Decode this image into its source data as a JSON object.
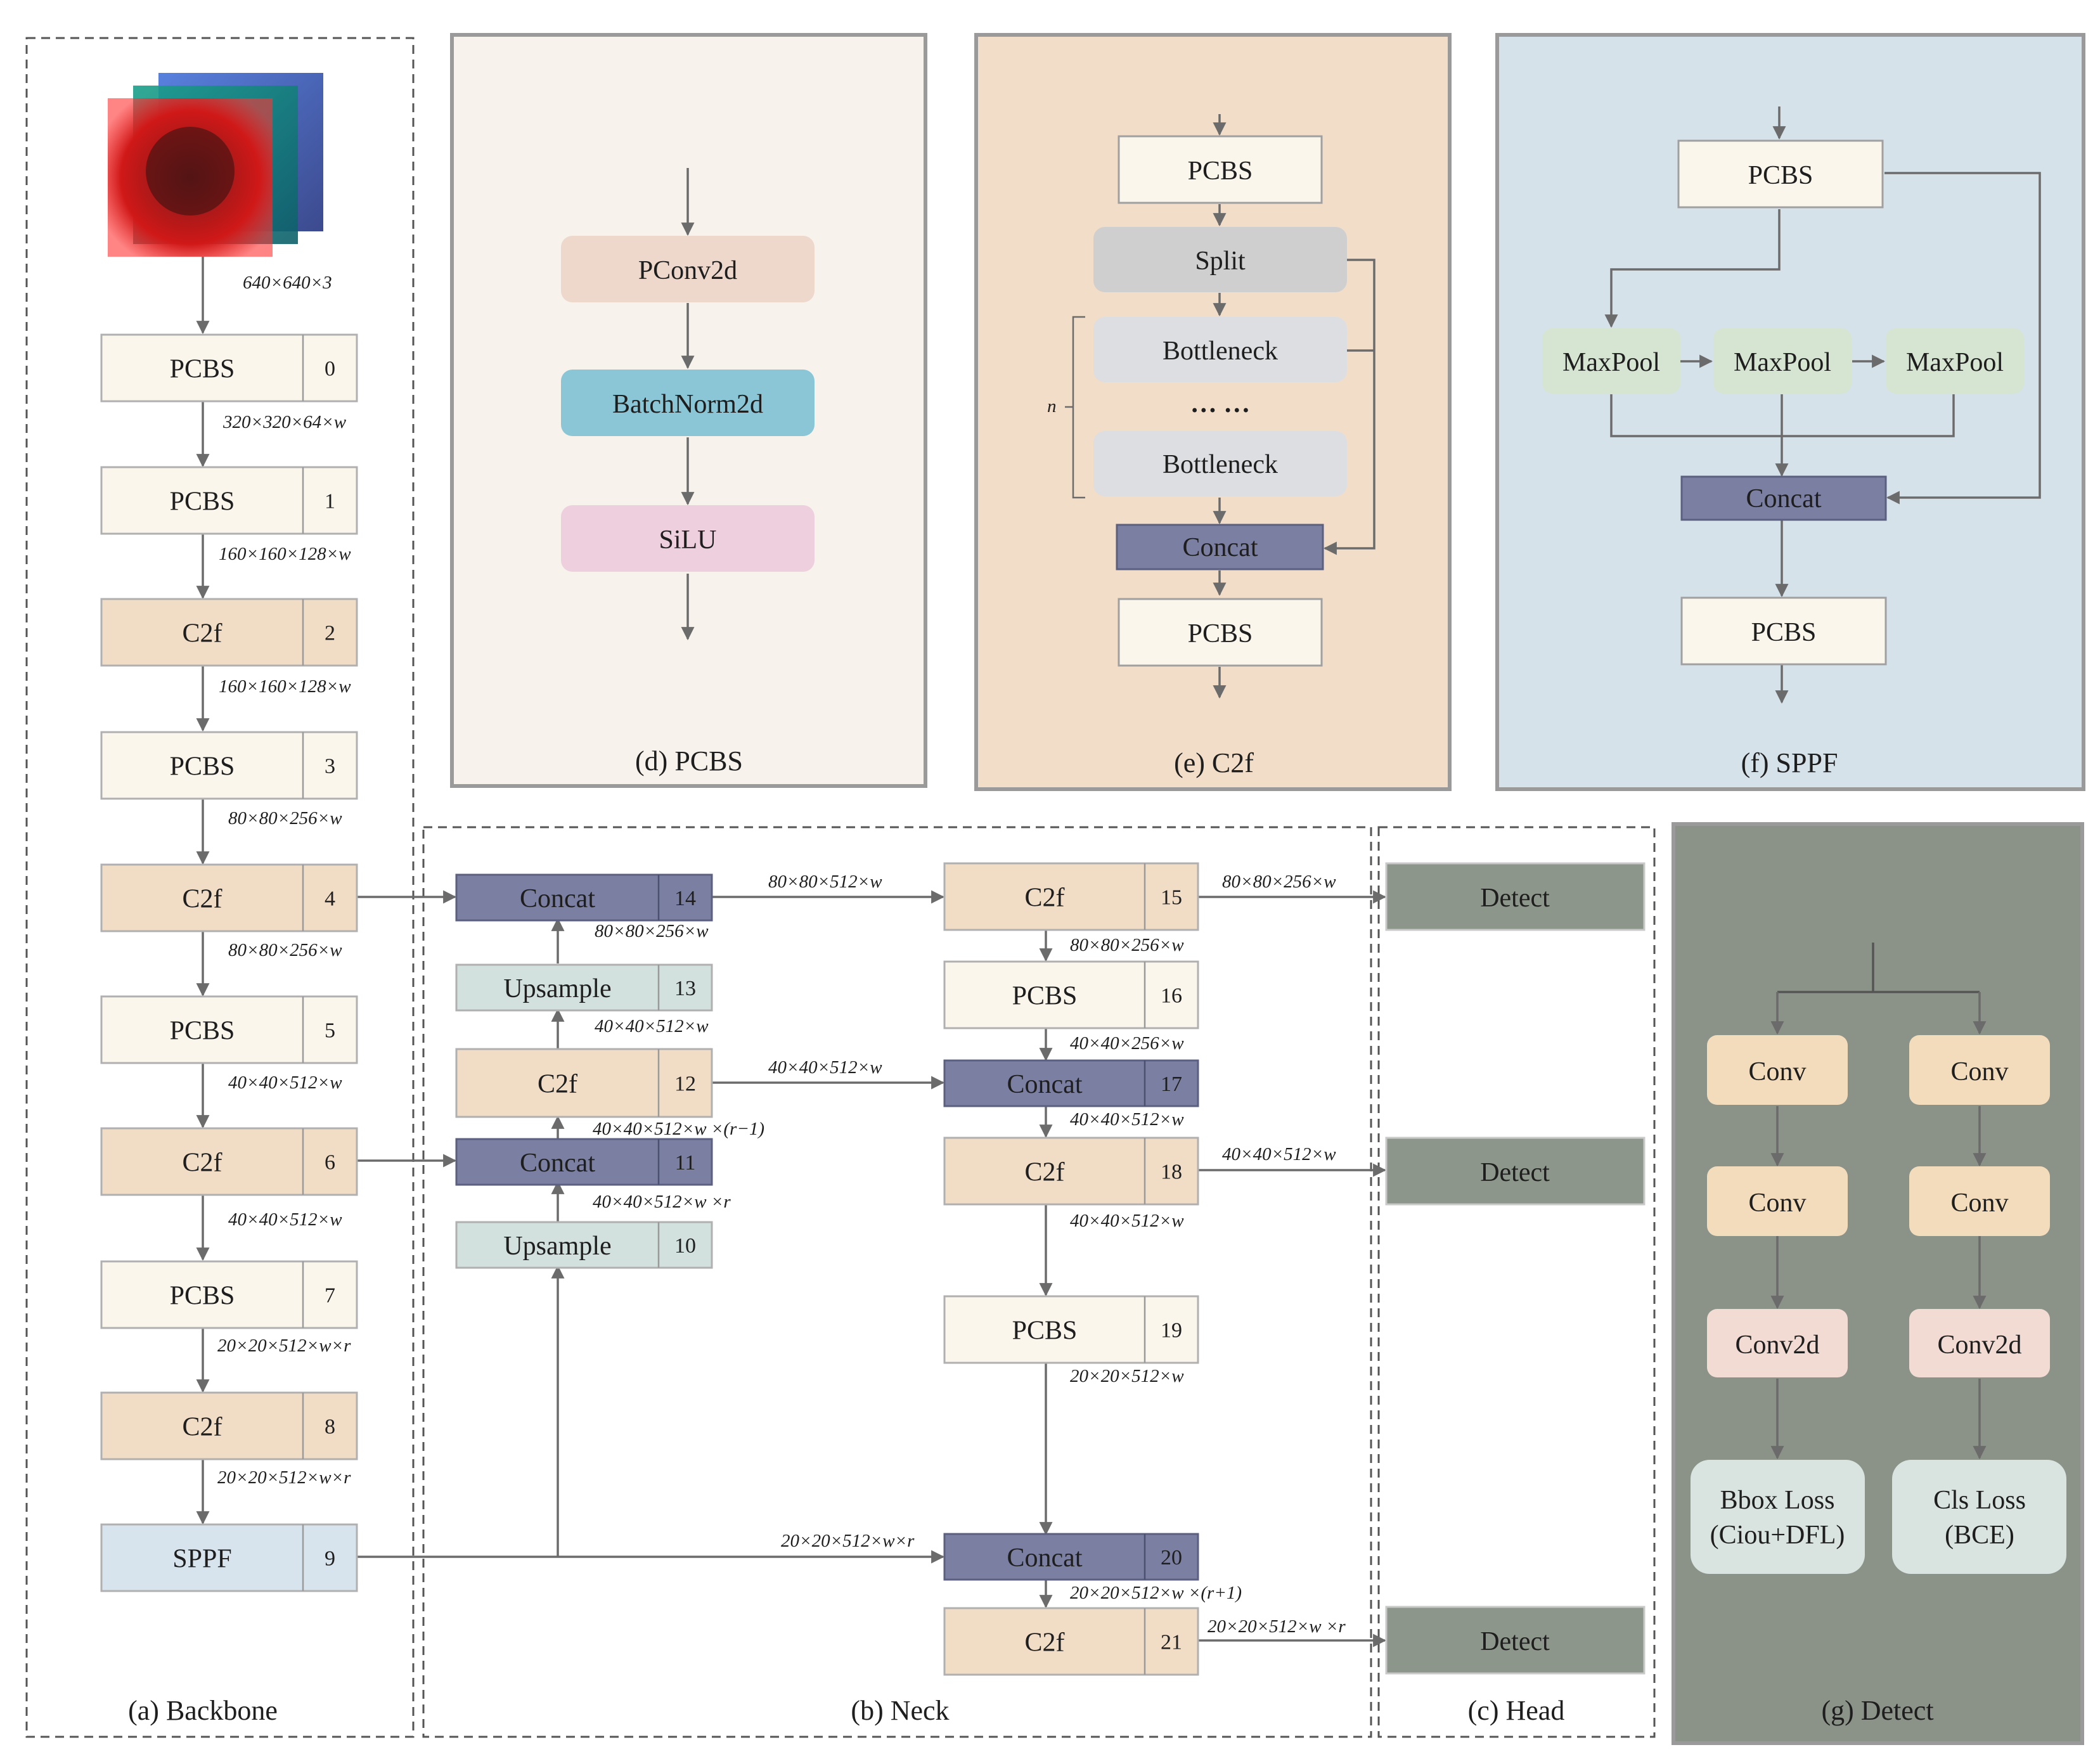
{
  "colors": {
    "pcbs": "#fbf6ec",
    "c2f": "#f1dcc6",
    "sppf": "#d7e4ed",
    "concat": "#7b80a3",
    "upsample": "#d2e1de",
    "detect": "#8d968a",
    "pconv": "#edd8cb",
    "batchnorm": "#8bc6d7",
    "silu": "#eecfde",
    "split": "#cfcfcf",
    "bottleneck": "#dcdee2",
    "maxpool": "#d6e4d2",
    "conv": "#f3dcbc",
    "conv2d": "#f1dbd3",
    "loss": "#d9e4e1",
    "panel_d_bg": "#f7f3ec",
    "panel_e_bg": "#f2ddc8",
    "panel_f_bg": "#d6e2ea",
    "panel_g_bg": "#8b9288"
  },
  "input_image": {
    "icon": "image-stack-icon",
    "shape": "640×640×3"
  },
  "backbone": {
    "caption": "(a) Backbone",
    "blocks": [
      {
        "name": "PCBS",
        "idx": "0",
        "type": "pcbs",
        "out": "320×320×64×w"
      },
      {
        "name": "PCBS",
        "idx": "1",
        "type": "pcbs",
        "out": "160×160×128×w"
      },
      {
        "name": "C2f",
        "idx": "2",
        "type": "c2f",
        "out": "160×160×128×w"
      },
      {
        "name": "PCBS",
        "idx": "3",
        "type": "pcbs",
        "out": "80×80×256×w"
      },
      {
        "name": "C2f",
        "idx": "4",
        "type": "c2f",
        "out": "80×80×256×w"
      },
      {
        "name": "PCBS",
        "idx": "5",
        "type": "pcbs",
        "out": "40×40×512×w"
      },
      {
        "name": "C2f",
        "idx": "6",
        "type": "c2f",
        "out": "40×40×512×w"
      },
      {
        "name": "PCBS",
        "idx": "7",
        "type": "pcbs",
        "out": "20×20×512×w×r"
      },
      {
        "name": "C2f",
        "idx": "8",
        "type": "c2f",
        "out": "20×20×512×w×r"
      },
      {
        "name": "SPPF",
        "idx": "9",
        "type": "sppf",
        "out": ""
      }
    ]
  },
  "neck": {
    "caption": "(b) Neck",
    "blocks": [
      {
        "name": "Concat",
        "idx": "14",
        "type": "concat"
      },
      {
        "name": "Upsample",
        "idx": "13",
        "type": "upsample"
      },
      {
        "name": "C2f",
        "idx": "12",
        "type": "c2f"
      },
      {
        "name": "Concat",
        "idx": "11",
        "type": "concat"
      },
      {
        "name": "Upsample",
        "idx": "10",
        "type": "upsample"
      },
      {
        "name": "C2f",
        "idx": "15",
        "type": "c2f"
      },
      {
        "name": "PCBS",
        "idx": "16",
        "type": "pcbs"
      },
      {
        "name": "Concat",
        "idx": "17",
        "type": "concat"
      },
      {
        "name": "C2f",
        "idx": "18",
        "type": "c2f"
      },
      {
        "name": "PCBS",
        "idx": "19",
        "type": "pcbs"
      },
      {
        "name": "Concat",
        "idx": "20",
        "type": "concat"
      },
      {
        "name": "C2f",
        "idx": "21",
        "type": "c2f"
      }
    ],
    "labels": [
      "80×80×256×w",
      "40×40×512×w",
      "40×40×512×w ×(r−1)",
      "40×40×512×w ×r",
      "80×80×512×w",
      "40×40×512×w",
      "20×20×512×w×r",
      "80×80×256×w",
      "40×40×256×w",
      "40×40×512×w",
      "40×40×512×w",
      "20×20×512×w",
      "20×20×512×w ×(r+1)",
      "80×80×256×w",
      "40×40×512×w",
      "20×20×512×w ×r"
    ]
  },
  "head": {
    "caption": "(c) Head",
    "blocks": [
      "Detect",
      "Detect",
      "Detect"
    ]
  },
  "panel_d": {
    "caption": "(d) PCBS",
    "blocks": [
      "PConv2d",
      "BatchNorm2d",
      "SiLU"
    ]
  },
  "panel_e": {
    "caption": "(e) C2f",
    "blocks": [
      "PCBS",
      "Split",
      "Bottleneck",
      "… …",
      "Bottleneck",
      "Concat",
      "PCBS"
    ],
    "n_label": "n"
  },
  "panel_f": {
    "caption": "(f) SPPF",
    "blocks": [
      "PCBS",
      "MaxPool",
      "MaxPool",
      "MaxPool",
      "Concat",
      "PCBS"
    ]
  },
  "panel_g": {
    "caption": "(g) Detect",
    "blocks": [
      "Conv",
      "Conv",
      "Conv",
      "Conv",
      "Conv2d",
      "Conv2d"
    ],
    "loss_left": [
      "Bbox Loss",
      "(Ciou+DFL)"
    ],
    "loss_right": [
      "Cls Loss",
      "(BCE)"
    ]
  }
}
